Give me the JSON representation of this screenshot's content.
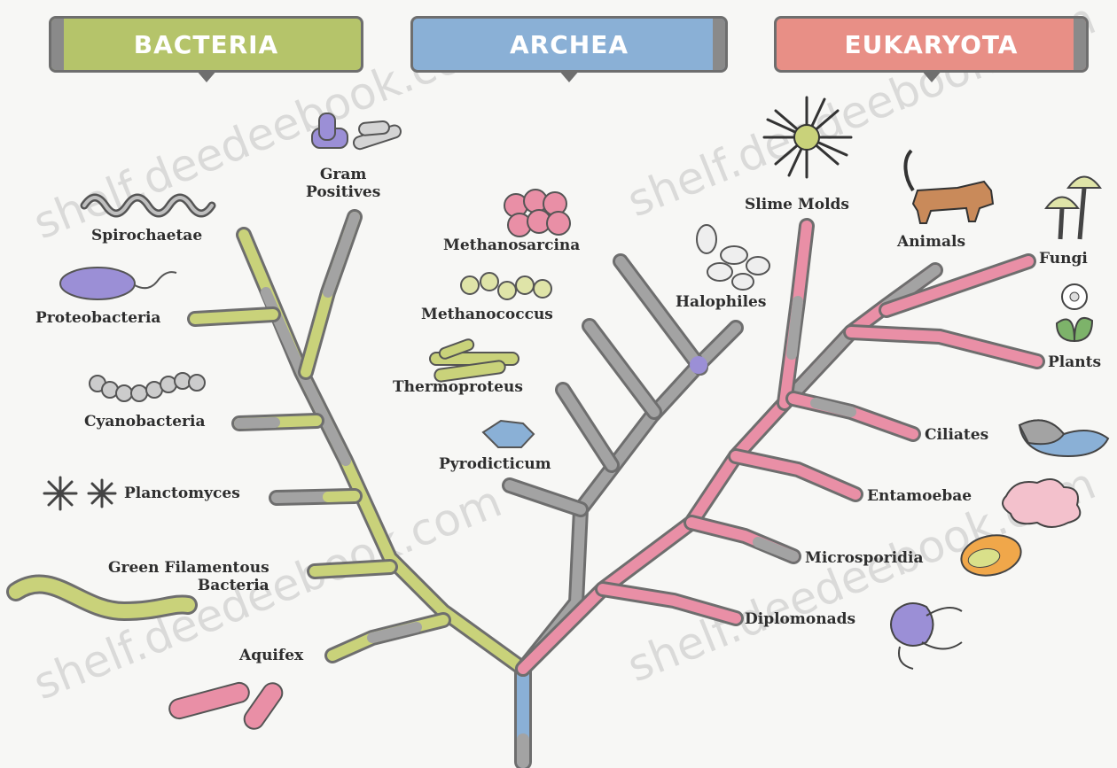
{
  "domains": {
    "bacteria": "BACTERIA",
    "archea": "ARCHEA",
    "eukaryota": "EUKARYOTA"
  },
  "organisms": {
    "spirochaetae": "Spirochaetae",
    "gram_positives": "Gram\nPositives",
    "proteobacteria": "Proteobacteria",
    "cyanobacteria": "Cyanobacteria",
    "planctomyces": "Planctomyces",
    "green_filamentous": "Green Filamentous\nBacteria",
    "aquifex": "Aquifex",
    "methanosarcina": "Methanosarcina",
    "methanococcus": "Methanococcus",
    "thermoproteus": "Thermoproteus",
    "pyrodicticum": "Pyrodicticum",
    "halophiles": "Halophiles",
    "slime_molds": "Slime Molds",
    "animals": "Animals",
    "fungi": "Fungi",
    "plants": "Plants",
    "ciliates": "Ciliates",
    "entamoebae": "Entamoebae",
    "microsporidia": "Microsporidia",
    "diplomonads": "Diplomonads"
  },
  "watermark": "shelf.deedeebook.com",
  "colors": {
    "bacteria": "#c9d27a",
    "archea": "#8ab0d6",
    "eukaryota": "#e98fa6",
    "trunk_gray": "#a3a3a3",
    "outline": "#6e6e6e"
  }
}
